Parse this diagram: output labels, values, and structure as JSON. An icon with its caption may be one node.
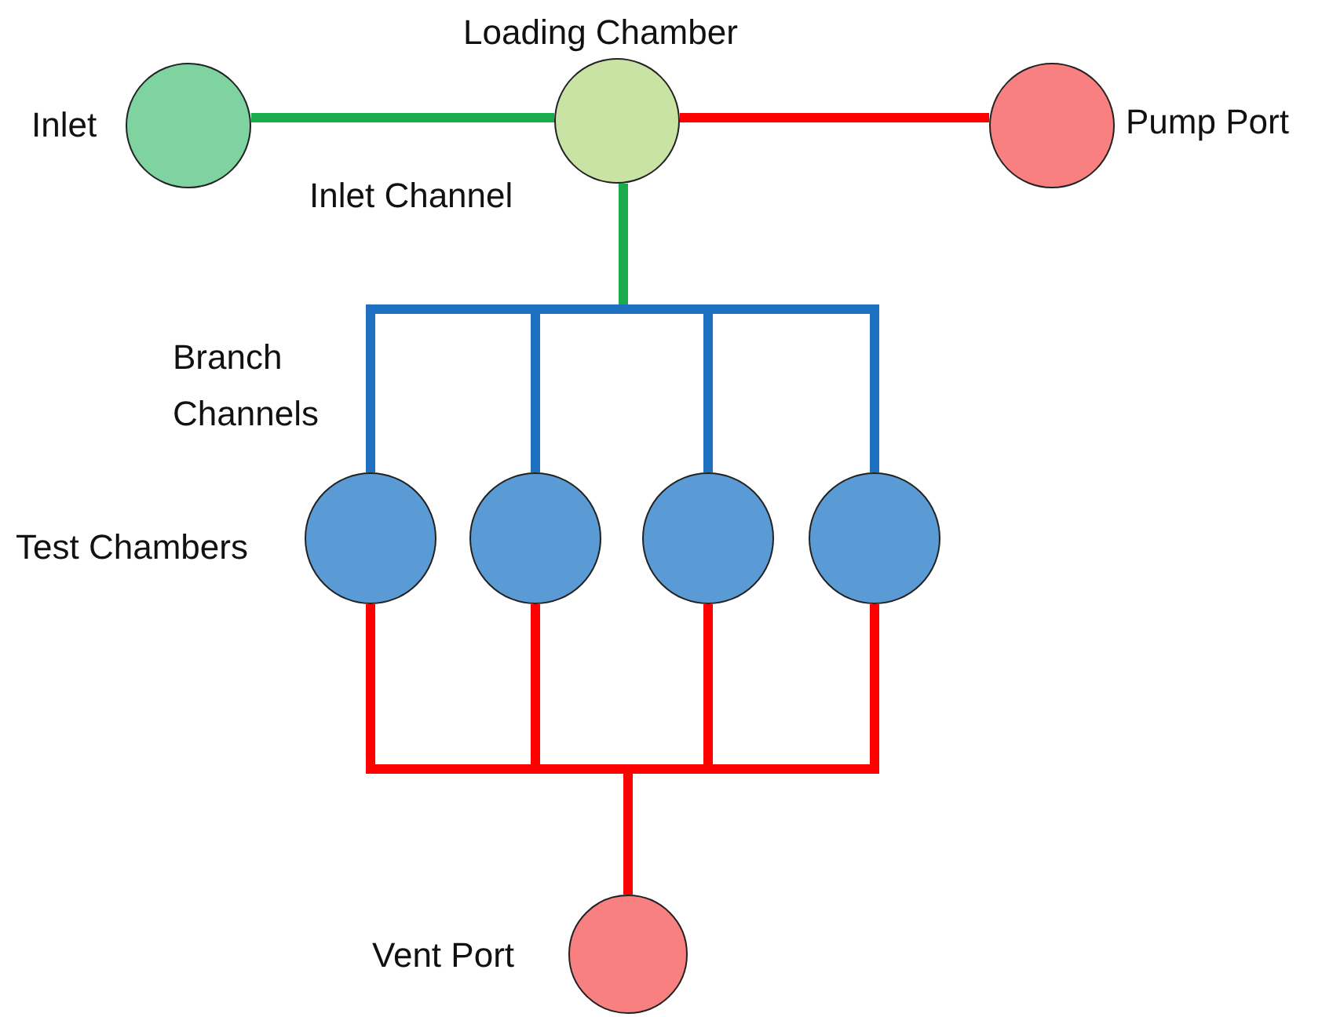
{
  "diagram": {
    "nodes": [
      {
        "text": [
          "Inlet"
        ]
      },
      {
        "text": [
          "Loading Chamber"
        ]
      },
      {
        "text": [
          "Pump Port"
        ]
      },
      {
        "text": [],
        "shape": "circle"
      },
      {
        "text": [],
        "shape": "circle"
      },
      {
        "text": [],
        "shape": "circle"
      },
      {
        "text": [],
        "shape": "circle"
      },
      {
        "text": [
          "Vent Port"
        ]
      }
    ],
    "edges": [
      {
        "from": 0,
        "to": 1,
        "arrow": "none",
        "color": "#1aab4b"
      },
      {
        "from": 1,
        "to": 2,
        "arrow": "none",
        "color": "#ff0000"
      },
      {
        "from": 1,
        "to": 3,
        "arrow": "none",
        "color": "#1f70c0"
      },
      {
        "from": 1,
        "to": 4,
        "arrow": "none",
        "color": "#1f70c0"
      },
      {
        "from": 1,
        "to": 5,
        "arrow": "none",
        "color": "#1f70c0"
      },
      {
        "from": 1,
        "to": 6,
        "arrow": "none",
        "color": "#1f70c0"
      },
      {
        "from": 3,
        "to": 7,
        "arrow": "none",
        "color": "#ff0000"
      },
      {
        "from": 4,
        "to": 7,
        "arrow": "none",
        "color": "#ff0000"
      },
      {
        "from": 5,
        "to": 7,
        "arrow": "none",
        "color": "#ff0000"
      },
      {
        "from": 6,
        "to": 7,
        "arrow": "none",
        "color": "#ff0000"
      }
    ],
    "labels": [
      "Inlet Channel",
      "Branch Channels",
      "Test Chambers"
    ]
  }
}
